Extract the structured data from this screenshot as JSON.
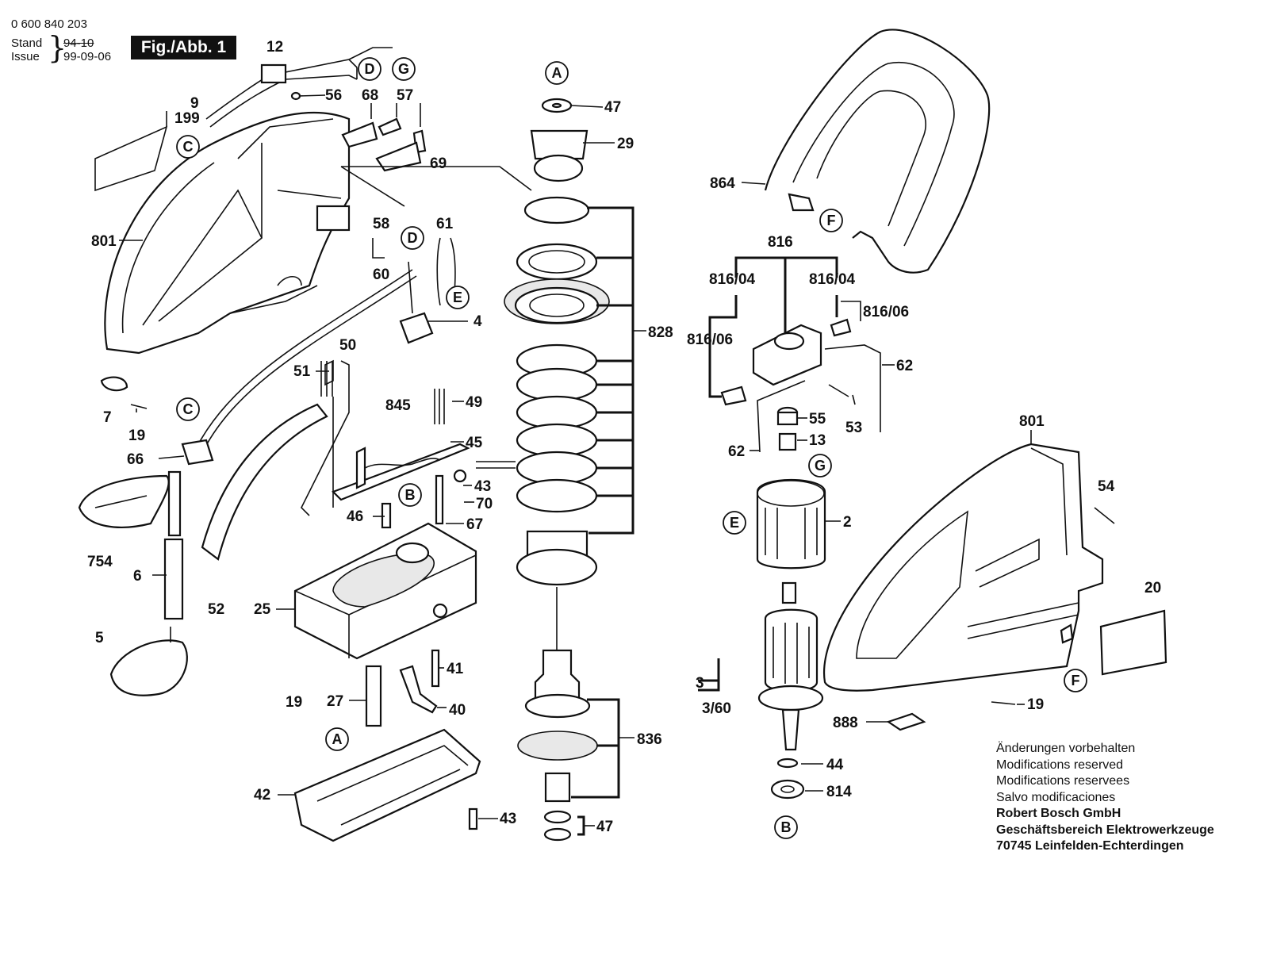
{
  "header": {
    "doc_number": "0 600 840 203",
    "stand_label": "Stand",
    "issue_label": "Issue",
    "brace": "}",
    "old_date": "94-10",
    "new_date": "99-09-06",
    "figure_title": "Fig./Abb. 1"
  },
  "reference_letters": [
    "A",
    "B",
    "C",
    "D",
    "E",
    "F",
    "G"
  ],
  "part_labels": [
    "12",
    "56",
    "68",
    "57",
    "69",
    "9",
    "199",
    "801",
    "58",
    "61",
    "60",
    "4",
    "7",
    "19",
    "66",
    "754",
    "6",
    "5",
    "50",
    "51",
    "845",
    "49",
    "45",
    "43",
    "70",
    "46",
    "67",
    "52",
    "25",
    "41",
    "40",
    "27",
    "42",
    "47",
    "29",
    "828",
    "836",
    "864",
    "816",
    "816/04",
    "816/06",
    "62",
    "55",
    "53",
    "13",
    "2",
    "3",
    "3/60",
    "44",
    "814",
    "888",
    "54",
    "20"
  ],
  "notes": {
    "lines": [
      "Änderungen vorbehalten",
      "Modifications reserved",
      "Modifications reservees",
      "Salvo modificaciones"
    ],
    "company_lines": [
      "Robert Bosch GmbH",
      "Geschäftsbereich Elektrowerkzeuge",
      "70745 Leinfelden-Echterdingen"
    ]
  },
  "colors": {
    "ink": "#111111",
    "paper": "#ffffff",
    "shade": "#e8e8e8"
  }
}
